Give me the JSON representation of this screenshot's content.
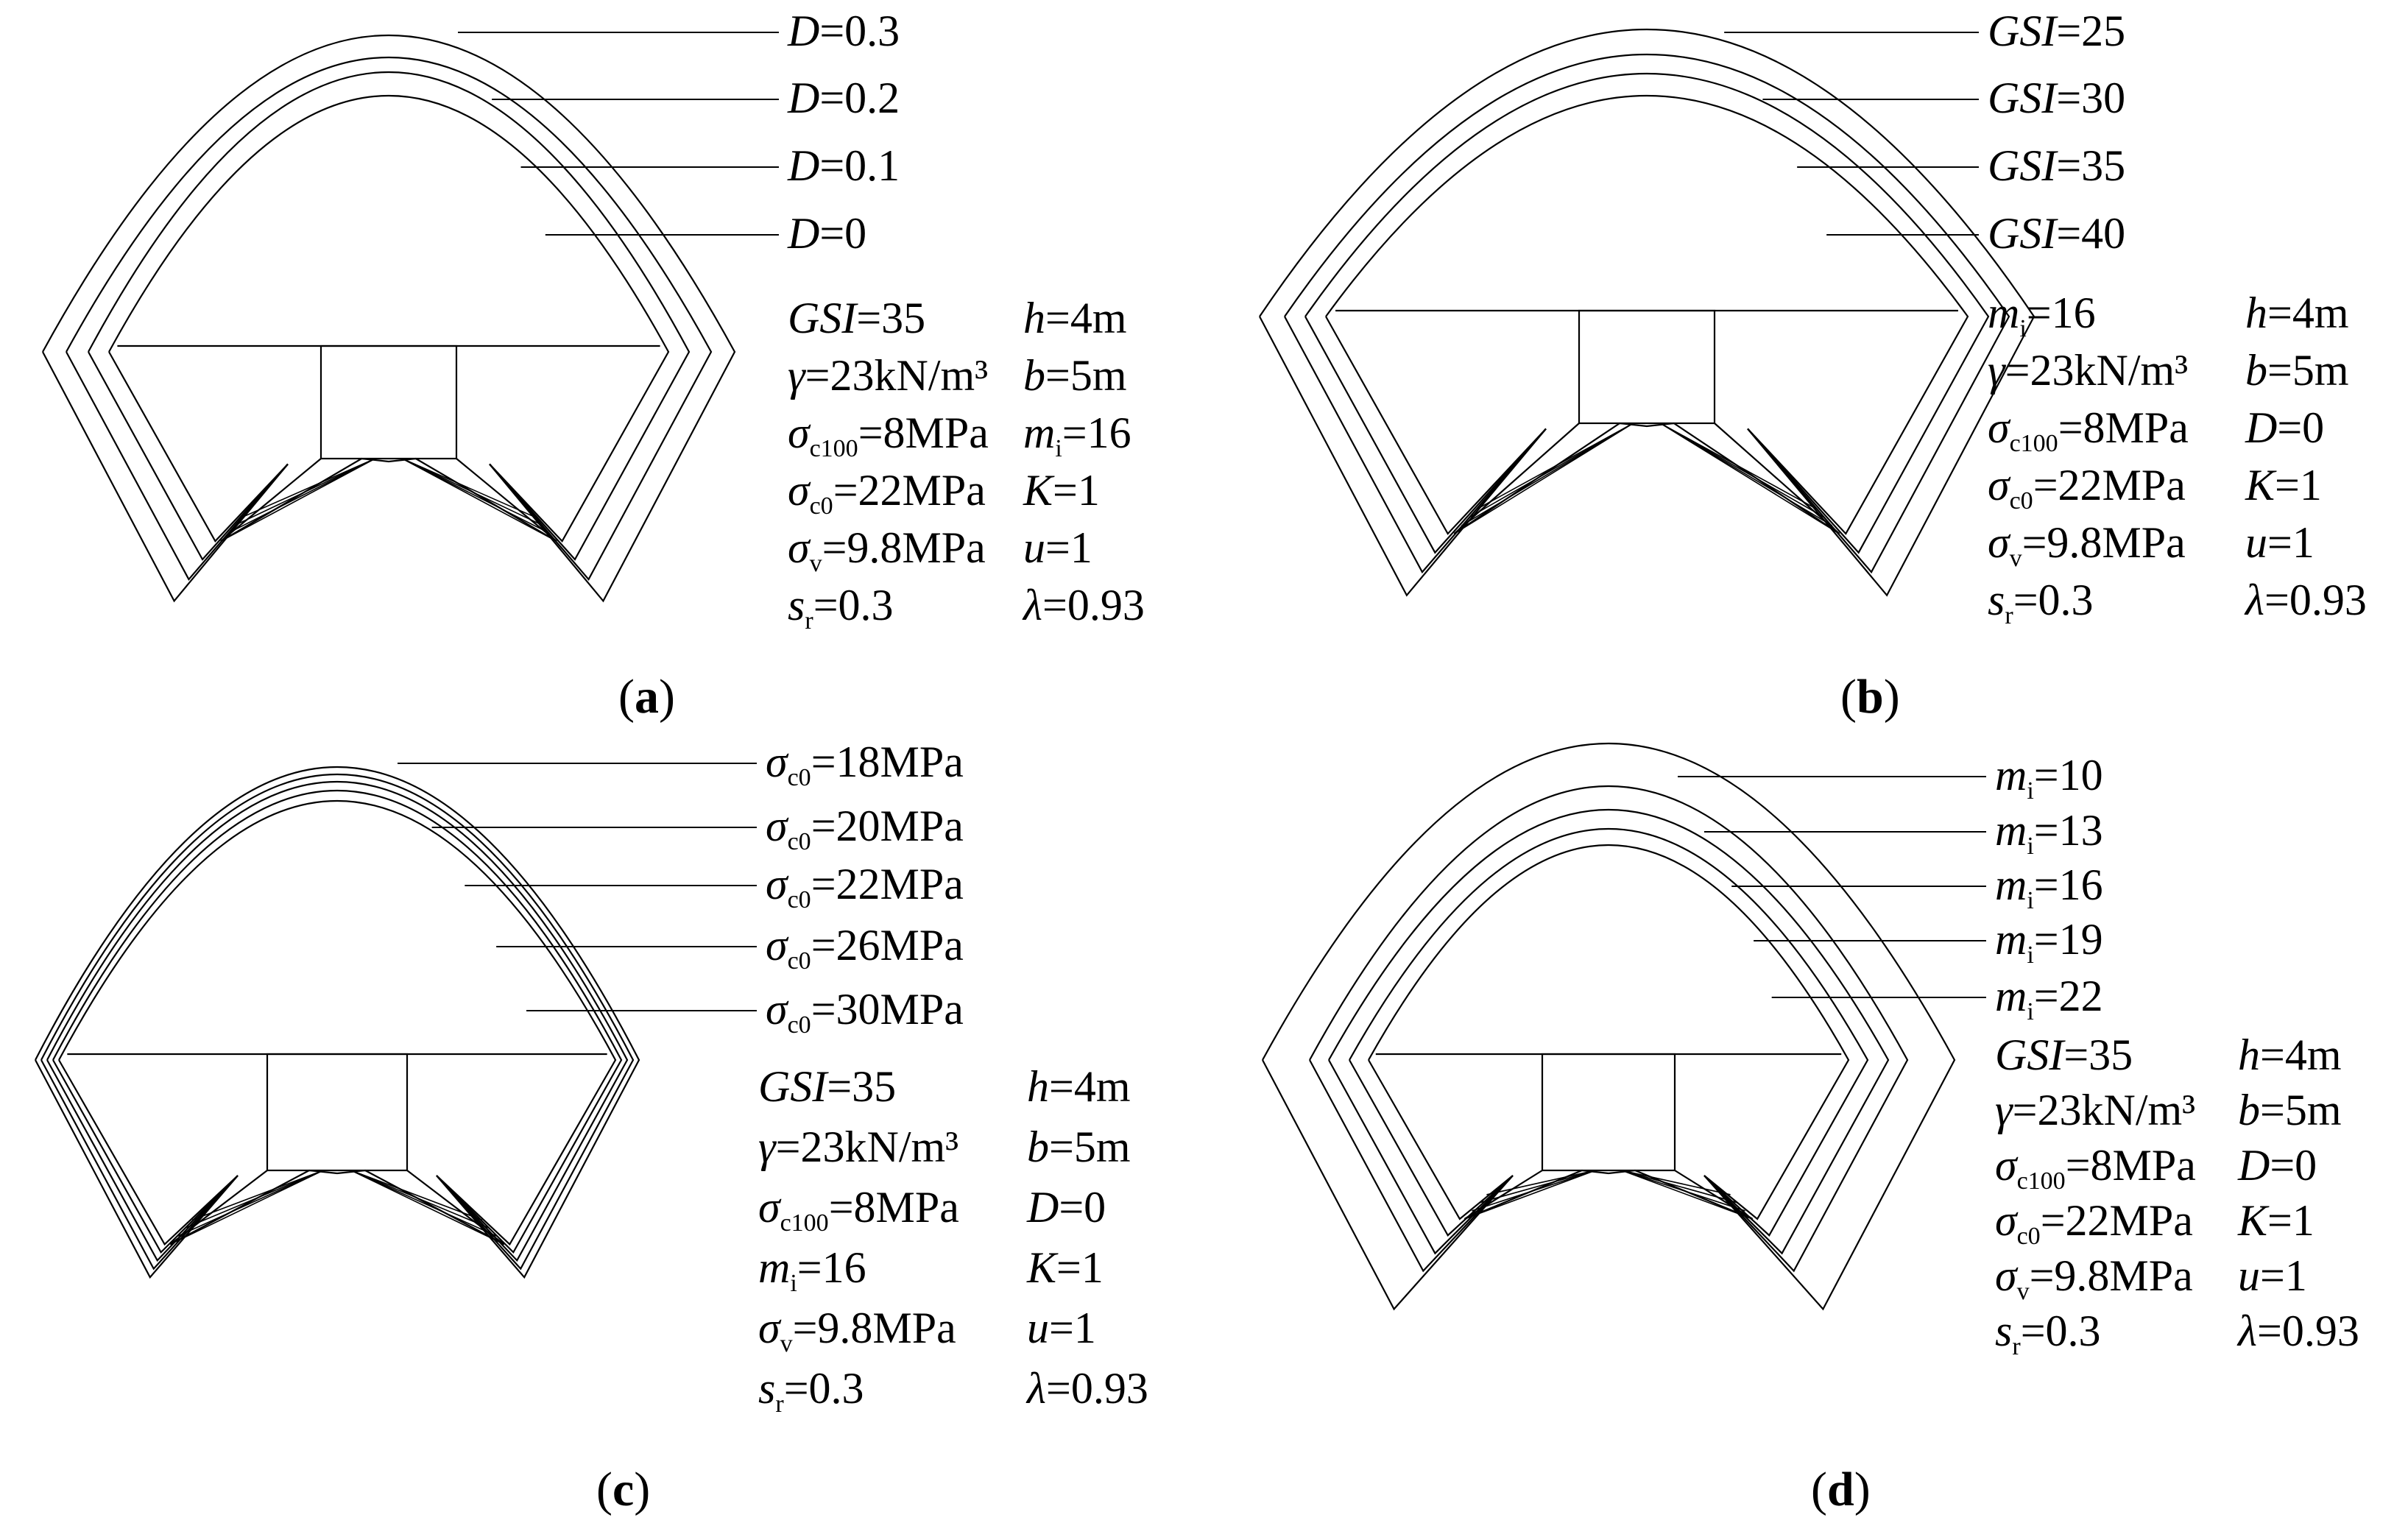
{
  "panels": [
    {
      "id": "a",
      "caption": "a",
      "curve_labels": [
        {
          "sym": "D",
          "sub": "",
          "val": "=0.3"
        },
        {
          "sym": "D",
          "sub": "",
          "val": "=0.2"
        },
        {
          "sym": "D",
          "sub": "",
          "val": "=0.1"
        },
        {
          "sym": "D",
          "sub": "",
          "val": "=0"
        }
      ],
      "params": [
        [
          {
            "sym": "GSI",
            "sub": "",
            "val": "=35"
          },
          {
            "sym": "h",
            "sub": "",
            "val": "=4m"
          }
        ],
        [
          {
            "sym": "γ",
            "sub": "",
            "val": "=23kN/m³"
          },
          {
            "sym": "b",
            "sub": "",
            "val": "=5m"
          }
        ],
        [
          {
            "sym": "σ",
            "sub": "c100",
            "val": "=8MPa"
          },
          {
            "sym": "m",
            "sub": "i",
            "val": "=16"
          }
        ],
        [
          {
            "sym": "σ",
            "sub": "c0",
            "val": "=22MPa"
          },
          {
            "sym": "K",
            "sub": "",
            "val": "=1"
          }
        ],
        [
          {
            "sym": "σ",
            "sub": "v",
            "val": "=9.8MPa"
          },
          {
            "sym": "u",
            "sub": "",
            "val": "=1"
          }
        ],
        [
          {
            "sym": "s",
            "sub": "r",
            "val": "=0.3"
          },
          {
            "sym": "λ",
            "sub": "",
            "val": "=0.93"
          }
        ]
      ]
    },
    {
      "id": "b",
      "caption": "b",
      "curve_labels": [
        {
          "sym": "GSI",
          "sub": "",
          "val": "=25"
        },
        {
          "sym": "GSI",
          "sub": "",
          "val": "=30"
        },
        {
          "sym": "GSI",
          "sub": "",
          "val": "=35"
        },
        {
          "sym": "GSI",
          "sub": "",
          "val": "=40"
        }
      ],
      "params": [
        [
          {
            "sym": "m",
            "sub": "i",
            "val": "=16"
          },
          {
            "sym": "h",
            "sub": "",
            "val": "=4m"
          }
        ],
        [
          {
            "sym": "γ",
            "sub": "",
            "val": "=23kN/m³"
          },
          {
            "sym": "b",
            "sub": "",
            "val": "=5m"
          }
        ],
        [
          {
            "sym": "σ",
            "sub": "c100",
            "val": "=8MPa"
          },
          {
            "sym": "D",
            "sub": "",
            "val": "=0"
          }
        ],
        [
          {
            "sym": "σ",
            "sub": "c0",
            "val": "=22MPa"
          },
          {
            "sym": "K",
            "sub": "",
            "val": "=1"
          }
        ],
        [
          {
            "sym": "σ",
            "sub": "v",
            "val": "=9.8MPa"
          },
          {
            "sym": "u",
            "sub": "",
            "val": "=1"
          }
        ],
        [
          {
            "sym": "s",
            "sub": "r",
            "val": "=0.3"
          },
          {
            "sym": "λ",
            "sub": "",
            "val": "=0.93"
          }
        ]
      ]
    },
    {
      "id": "c",
      "caption": "c",
      "curve_labels": [
        {
          "sym": "σ",
          "sub": "c0",
          "val": "=18MPa"
        },
        {
          "sym": "σ",
          "sub": "c0",
          "val": "=20MPa"
        },
        {
          "sym": "σ",
          "sub": "c0",
          "val": "=22MPa"
        },
        {
          "sym": "σ",
          "sub": "c0",
          "val": "=26MPa"
        },
        {
          "sym": "σ",
          "sub": "c0",
          "val": "=30MPa"
        }
      ],
      "params": [
        [
          {
            "sym": "GSI",
            "sub": "",
            "val": "=35"
          },
          {
            "sym": "h",
            "sub": "",
            "val": "=4m"
          }
        ],
        [
          {
            "sym": "γ",
            "sub": "",
            "val": "=23kN/m³"
          },
          {
            "sym": "b",
            "sub": "",
            "val": "=5m"
          }
        ],
        [
          {
            "sym": "σ",
            "sub": "c100",
            "val": "=8MPa"
          },
          {
            "sym": "D",
            "sub": "",
            "val": "=0"
          }
        ],
        [
          {
            "sym": "m",
            "sub": "i",
            "val": "=16"
          },
          {
            "sym": "K",
            "sub": "",
            "val": "=1"
          }
        ],
        [
          {
            "sym": "σ",
            "sub": "v",
            "val": "=9.8MPa"
          },
          {
            "sym": "u",
            "sub": "",
            "val": "=1"
          }
        ],
        [
          {
            "sym": "s",
            "sub": "r",
            "val": "=0.3"
          },
          {
            "sym": "λ",
            "sub": "",
            "val": "=0.93"
          }
        ]
      ]
    },
    {
      "id": "d",
      "caption": "d",
      "curve_labels": [
        {
          "sym": "m",
          "sub": "i",
          "val": "=10"
        },
        {
          "sym": "m",
          "sub": "i",
          "val": "=13"
        },
        {
          "sym": "m",
          "sub": "i",
          "val": "=16"
        },
        {
          "sym": "m",
          "sub": "i",
          "val": "=19"
        },
        {
          "sym": "m",
          "sub": "i",
          "val": "=22"
        }
      ],
      "params": [
        [
          {
            "sym": "GSI",
            "sub": "",
            "val": "=35"
          },
          {
            "sym": "h",
            "sub": "",
            "val": "=4m"
          }
        ],
        [
          {
            "sym": "γ",
            "sub": "",
            "val": "=23kN/m³"
          },
          {
            "sym": "b",
            "sub": "",
            "val": "=5m"
          }
        ],
        [
          {
            "sym": "σ",
            "sub": "c100",
            "val": "=8MPa"
          },
          {
            "sym": "D",
            "sub": "",
            "val": "=0"
          }
        ],
        [
          {
            "sym": "σ",
            "sub": "c0",
            "val": "=22MPa"
          },
          {
            "sym": "K",
            "sub": "",
            "val": "=1"
          }
        ],
        [
          {
            "sym": "σ",
            "sub": "v",
            "val": "=9.8MPa"
          },
          {
            "sym": "u",
            "sub": "",
            "val": "=1"
          }
        ],
        [
          {
            "sym": "s",
            "sub": "r",
            "val": "=0.3"
          },
          {
            "sym": "λ",
            "sub": "",
            "val": "=0.93"
          }
        ]
      ]
    }
  ]
}
